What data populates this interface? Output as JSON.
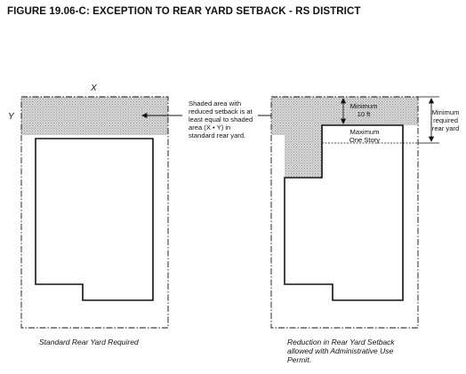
{
  "figure": {
    "title": "FIGURE 19.06-C: EXCEPTION TO REAR YARD SETBACK - RS DISTRICT"
  },
  "left_diagram": {
    "x_label": "X",
    "y_label": "Y",
    "caption": "Standard Rear Yard Required"
  },
  "callout": {
    "lines": [
      "Shaded area with",
      "reduced setback is at",
      "least equal to shaded",
      "area (X • Y) in",
      "standard rear yard."
    ]
  },
  "right_diagram": {
    "minimum_lines": [
      "Minimum",
      "10 ft"
    ],
    "maximum_lines": [
      "Maximum",
      "One Story"
    ],
    "required_lines": [
      "Minimum",
      "required",
      "rear yard"
    ],
    "caption_lines": [
      "Reduction in Rear Yard Setback",
      "allowed with Administrative Use",
      "Permit."
    ]
  },
  "colors": {
    "shade": "#c8c8c8",
    "line": "#111111"
  }
}
